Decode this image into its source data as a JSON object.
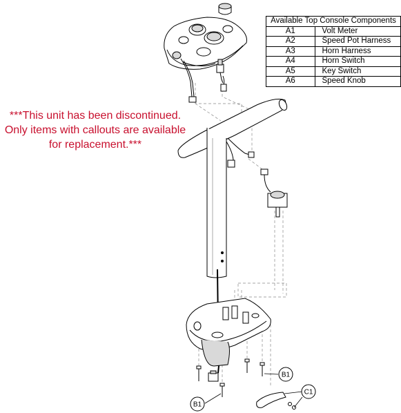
{
  "notice": {
    "line1": "***This unit has been discontinued.",
    "line2": "Only items with callouts are available",
    "line3": "for replacement.***"
  },
  "components_table": {
    "title": "Available Top Console Components",
    "rows": [
      {
        "code": "A1",
        "name": "Volt Meter"
      },
      {
        "code": "A2",
        "name": "Speed Pot Harness"
      },
      {
        "code": "A3",
        "name": "Horn Harness"
      },
      {
        "code": "A4",
        "name": "Horn Switch"
      },
      {
        "code": "A5",
        "name": "Key Switch"
      },
      {
        "code": "A6",
        "name": "Speed Knob"
      }
    ]
  },
  "callouts": {
    "b1_right": "B1",
    "b1_left": "B1",
    "c1": "C1"
  },
  "colors": {
    "notice": "#c8102e",
    "line": "#000000",
    "part_fill": "#ffffff",
    "shade": "#d9d9d9"
  }
}
